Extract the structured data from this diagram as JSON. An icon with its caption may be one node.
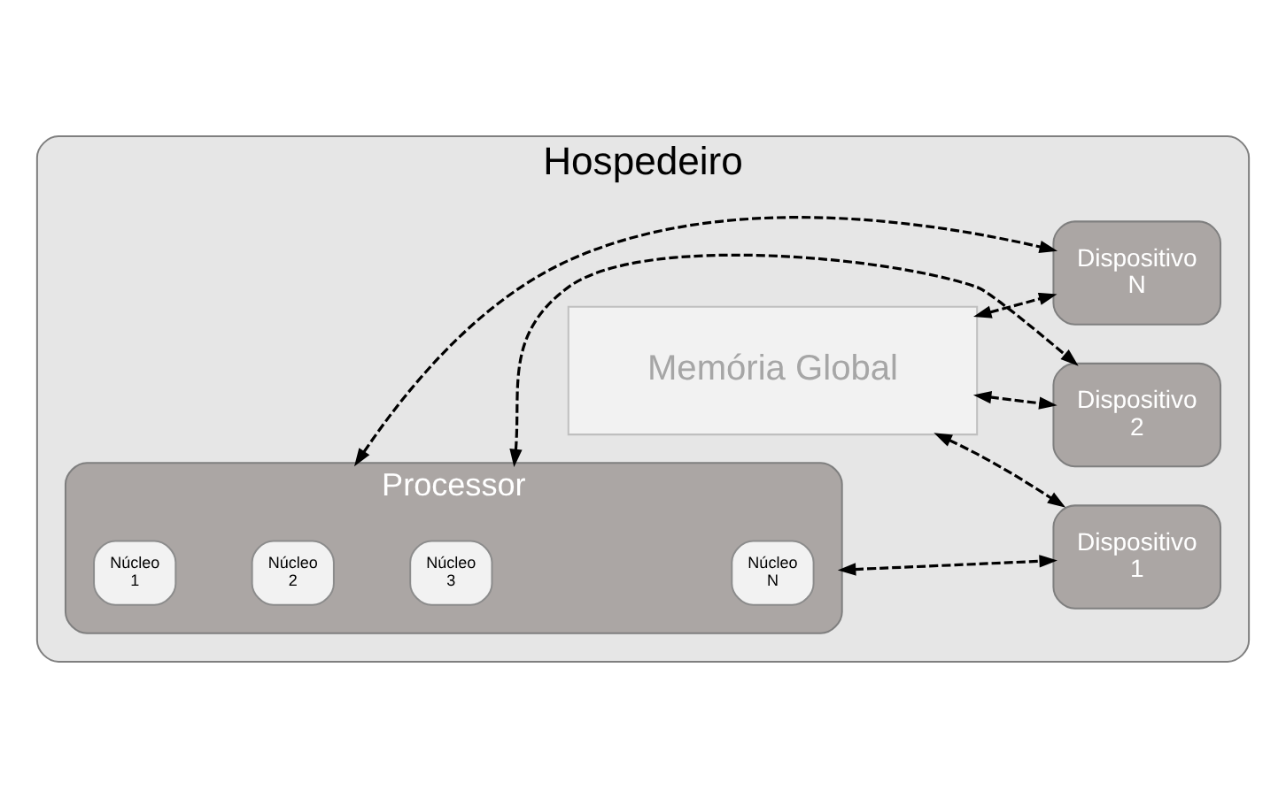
{
  "diagram": {
    "nodes": [
      {
        "text": [
          "Hospedeiro"
        ]
      },
      {
        "text": [
          "Processor"
        ],
        "in": 0
      },
      {
        "text": [
          "Núcleo 1"
        ],
        "in": 1
      },
      {
        "text": [
          "Núcleo 2"
        ],
        "in": 1
      },
      {
        "text": [
          "Núcleo 3"
        ],
        "in": 1
      },
      {
        "text": [
          "Núcleo N"
        ],
        "in": 1
      },
      {
        "text": [
          "Memória Global"
        ],
        "in": 0
      },
      {
        "text": [
          "Dispositivo 1"
        ],
        "in": 0
      },
      {
        "text": [
          "Dispositivo 2"
        ],
        "in": 0
      },
      {
        "text": [
          "Dispositivo N"
        ],
        "in": 0
      }
    ],
    "edges": [
      {
        "from": 1,
        "to": 7,
        "arrow": "both",
        "style": "dashed"
      },
      {
        "from": 1,
        "to": 8,
        "arrow": "both",
        "style": "dashed"
      },
      {
        "from": 1,
        "to": 9,
        "arrow": "both",
        "style": "dashed"
      },
      {
        "from": 6,
        "to": 7,
        "arrow": "both",
        "style": "dashed"
      },
      {
        "from": 6,
        "to": 8,
        "arrow": "both",
        "style": "dashed"
      },
      {
        "from": 6,
        "to": 9,
        "arrow": "both",
        "style": "dashed"
      }
    ]
  }
}
